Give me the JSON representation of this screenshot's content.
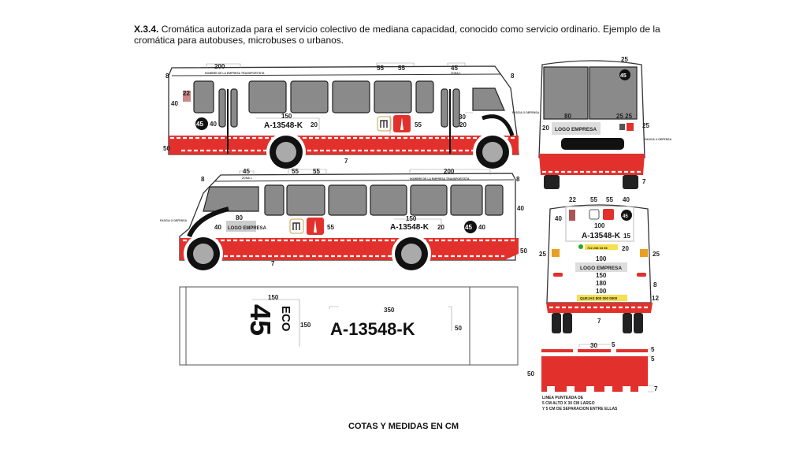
{
  "intro": {
    "section": "X.3.4.",
    "text": " Cromática autorizada para el servicio colectivo de mediana capacidad, conocido como servicio ordinario. Ejemplo de la cromática para autobuses, microbuses o urbanos."
  },
  "colors": {
    "red": "#e2312c",
    "window_gray": "#8a8a8a",
    "dark": "#111111"
  },
  "side_view_1": {
    "labels": [
      "200",
      "NOMBRE DE LA EMPRESA TRANSPORTISTA",
      "55",
      "55",
      "45",
      "ZONA 1",
      "8",
      "8",
      "22",
      "40",
      "45",
      "40",
      "150",
      "A-13548-K",
      "20",
      "55",
      "30",
      "20",
      "50",
      "7",
      "FASCIA O DEFENSA"
    ]
  },
  "side_view_2": {
    "labels": [
      "45",
      "ZONA 1",
      "55",
      "55",
      "200",
      "NOMBRE DE LA EMPRESA TRANSPORTISTA",
      "8",
      "8",
      "FASCIA O DEFENSA",
      "80",
      "40",
      "LOGO EMPRESA",
      "55",
      "150",
      "A-13548-K",
      "20",
      "45",
      "40",
      "40",
      "50",
      "7"
    ]
  },
  "front_view": {
    "labels": [
      "25",
      "45",
      "80",
      "25 25",
      "20",
      "LOGO EMPRESA",
      "25",
      "FASCIA O DEFENSA",
      "7"
    ]
  },
  "rear_view": {
    "labels": [
      "22",
      "55",
      "55",
      "40",
      "40",
      "45",
      "100",
      "A-13548-K",
      "15",
      "722 238 04 08",
      "20",
      "25",
      "25",
      "100",
      "LOGO EMPRESA",
      "150",
      "180",
      "100",
      "QUEJAS 800 000 0000",
      "8",
      "12",
      "7"
    ]
  },
  "roof_plan": {
    "labels": [
      "150",
      "150",
      "45",
      "ECO",
      "350",
      "A-13548-K",
      "50"
    ]
  },
  "stripe_detail": {
    "labels": [
      "30",
      "5",
      "5",
      "5",
      "50",
      "7"
    ],
    "note": [
      "LINEA PUNTEADA DE",
      "5 CM ALTO X 30 CM LARGO",
      "Y 5 CM DE SEPARACION ENTRE ELLAS"
    ]
  },
  "caption": "COTAS Y MEDIDAS EN CM"
}
